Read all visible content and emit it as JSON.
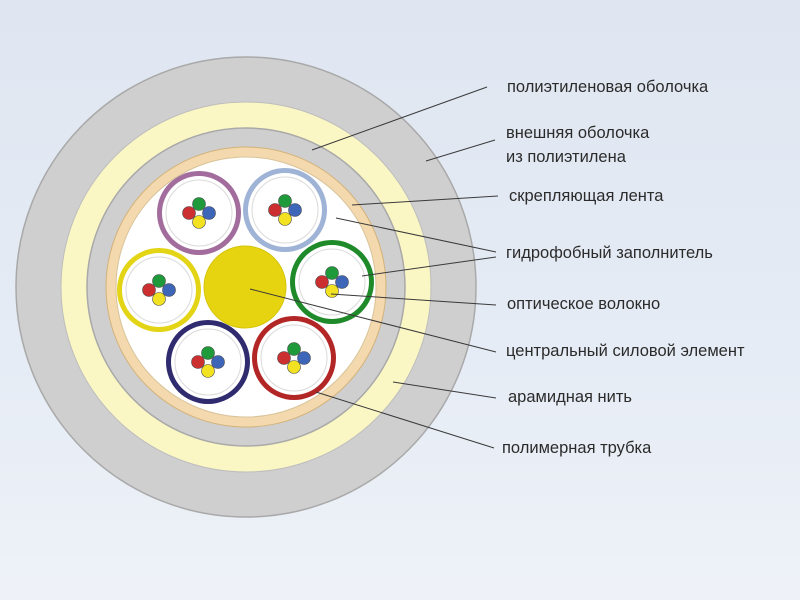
{
  "colors": {
    "background": "#e2e8f2",
    "outer_sheath": "#cfcfcf",
    "aramid": "#fbf7c4",
    "inner_sheath": "#cfcfcf",
    "binding_tape": "#f3d9ad",
    "gel_filler": "#ffffff",
    "central_member": "#e7d411",
    "leader_line": "#3a3a3a",
    "fiber_green": "#1f9a3a",
    "fiber_red": "#cc2f2f",
    "fiber_blue": "#3d66b8",
    "fiber_yellow": "#f2e221"
  },
  "tubes": [
    {
      "name": "tube-purple",
      "color": "#a26d9d"
    },
    {
      "name": "tube-lightblue",
      "color": "#9fb3d6"
    },
    {
      "name": "tube-green",
      "color": "#1f8a2a"
    },
    {
      "name": "tube-yellow",
      "color": "#e3d415"
    },
    {
      "name": "tube-navy",
      "color": "#2f2b6e"
    },
    {
      "name": "tube-red",
      "color": "#b32626"
    }
  ],
  "labels": {
    "polyethylene_sheath": "полиэтиленовая оболочка",
    "outer_sheath_line1": "внешняя оболочка",
    "outer_sheath_line2": "из полиэтилена",
    "binding_tape": "скрепляющая лента",
    "hydrophobic_filler": "гидрофобный заполнитель",
    "optical_fiber": "оптическое волокно",
    "central_strength_member": "центральный силовой элемент",
    "aramid_yarn": "арамидная нить",
    "polymer_tube": "полимерная трубка"
  }
}
